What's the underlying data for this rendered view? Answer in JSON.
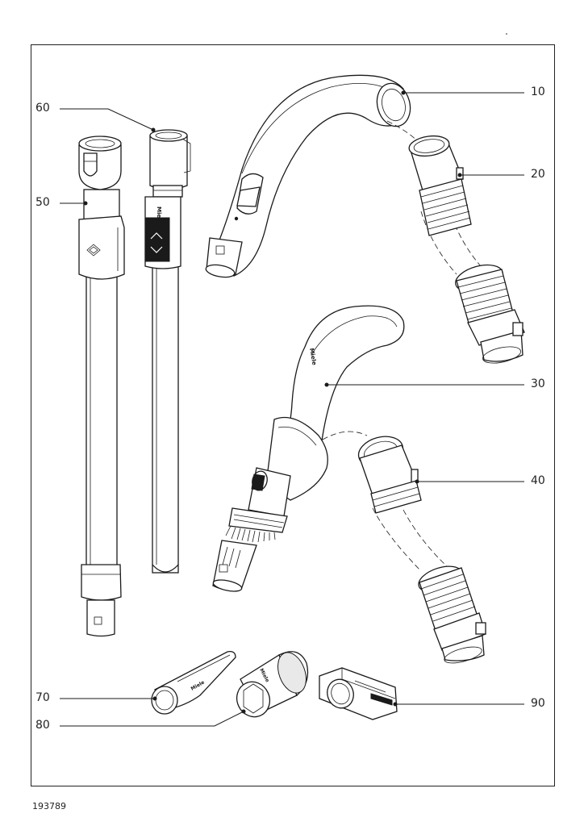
{
  "callouts": {
    "c10": "10",
    "c20": "20",
    "c30": "30",
    "c40": "40",
    "c50": "50",
    "c60": "60",
    "c70": "70",
    "c80": "80",
    "c90": "90"
  },
  "document_number": "193789",
  "brand_marking": "Miele"
}
